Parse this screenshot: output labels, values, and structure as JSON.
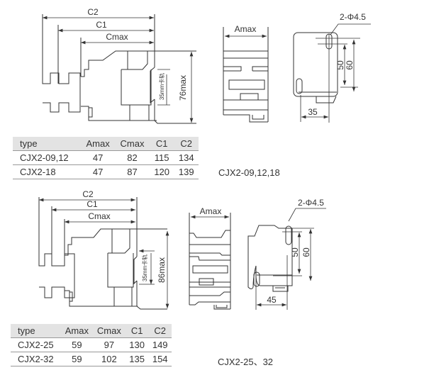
{
  "top": {
    "labels": {
      "c2": "C2",
      "c1": "C1",
      "cmax": "Cmax",
      "height": "76max",
      "rail": "35mm卡轨",
      "amax": "Amax",
      "hole": "2-Φ4.5",
      "d50": "50",
      "d60": "60",
      "width": "35"
    },
    "table": {
      "headers": [
        "type",
        "Amax",
        "Cmax",
        "C1",
        "C2"
      ],
      "rows": [
        [
          "CJX2-09,12",
          "47",
          "82",
          "115",
          "134"
        ],
        [
          "CJX2-18",
          "47",
          "87",
          "120",
          "139"
        ]
      ]
    },
    "caption": "CJX2-09,12,18"
  },
  "bottom": {
    "labels": {
      "c2": "C2",
      "c1": "C1",
      "cmax": "Cmax",
      "height": "86max",
      "rail": "35mm卡轨",
      "amax": "Amax",
      "hole": "2-Φ4.5",
      "d50": "50",
      "d60": "60",
      "width": "45"
    },
    "table": {
      "headers": [
        "type",
        "Amax",
        "Cmax",
        "C1",
        "C2"
      ],
      "rows": [
        [
          "CJX2-25",
          "59",
          "97",
          "130",
          "149"
        ],
        [
          "CJX2-32",
          "59",
          "102",
          "135",
          "154"
        ]
      ]
    },
    "caption": "CJX2-25、32"
  }
}
